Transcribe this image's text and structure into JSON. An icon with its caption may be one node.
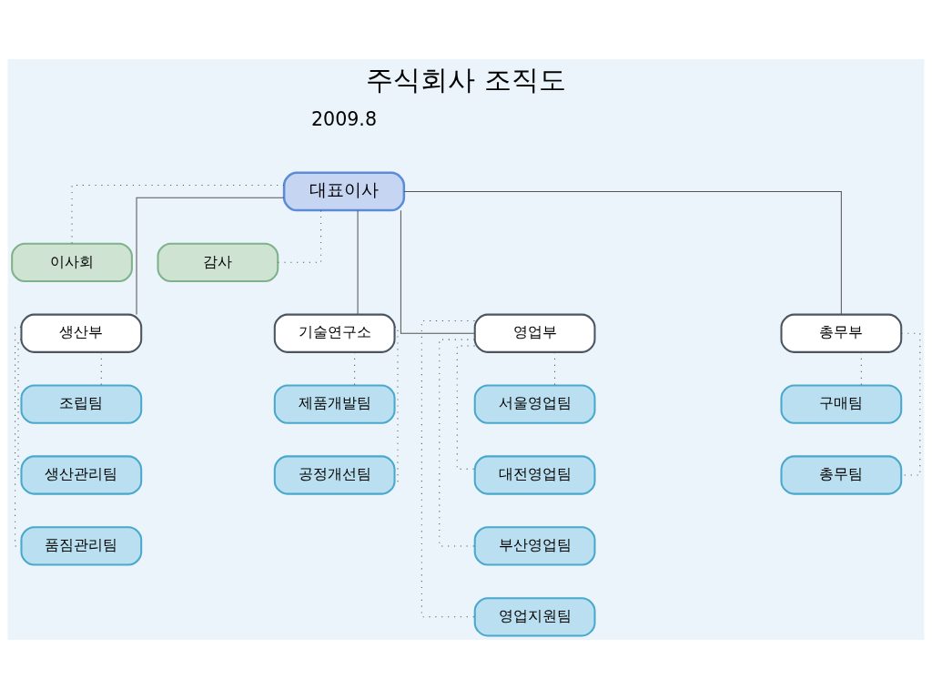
{
  "diagram": {
    "title": "주식회사 조직도",
    "nodes": [
      {
        "text": [
          "대표이사"
        ]
      },
      {
        "text": [
          "이사회"
        ]
      },
      {
        "text": [
          "감사"
        ]
      },
      {
        "text": [
          "생산부"
        ]
      },
      {
        "text": [
          "기술연구소"
        ]
      },
      {
        "text": [
          "영업부"
        ]
      },
      {
        "text": [
          "총무부"
        ]
      },
      {
        "text": [
          "조립팀"
        ]
      },
      {
        "text": [
          "생산관리팀"
        ]
      },
      {
        "text": [
          "품짐관리팀"
        ]
      },
      {
        "text": [
          "제품개발팀"
        ]
      },
      {
        "text": [
          "공정개선팀"
        ]
      },
      {
        "text": [
          "서울영업팀"
        ]
      },
      {
        "text": [
          "대전영업팀"
        ]
      },
      {
        "text": [
          "부산영업팀"
        ]
      },
      {
        "text": [
          "영업지원팀"
        ]
      },
      {
        "text": [
          "구매팀"
        ]
      },
      {
        "text": [
          "총무팀"
        ]
      }
    ],
    "edges": [
      {
        "from": 0,
        "to": 1,
        "arrow": "none",
        "style": "dashed"
      },
      {
        "from": 0,
        "to": 2,
        "arrow": "none",
        "style": "dashed"
      },
      {
        "from": 0,
        "to": 3,
        "arrow": "none"
      },
      {
        "from": 0,
        "to": 4,
        "arrow": "none"
      },
      {
        "from": 0,
        "to": 5,
        "arrow": "none"
      },
      {
        "from": 0,
        "to": 6,
        "arrow": "none"
      },
      {
        "from": 3,
        "to": 7,
        "arrow": "none",
        "style": "dashed"
      },
      {
        "from": 3,
        "to": 8,
        "arrow": "none",
        "style": "dashed"
      },
      {
        "from": 3,
        "to": 9,
        "arrow": "none",
        "style": "dashed"
      },
      {
        "from": 4,
        "to": 10,
        "arrow": "none",
        "style": "dashed"
      },
      {
        "from": 4,
        "to": 11,
        "arrow": "none",
        "style": "dashed"
      },
      {
        "from": 5,
        "to": 12,
        "arrow": "none",
        "style": "dashed"
      },
      {
        "from": 5,
        "to": 13,
        "arrow": "none",
        "style": "dashed"
      },
      {
        "from": 5,
        "to": 14,
        "arrow": "none",
        "style": "dashed"
      },
      {
        "from": 5,
        "to": 15,
        "arrow": "none",
        "style": "dashed"
      },
      {
        "from": 6,
        "to": 16,
        "arrow": "none",
        "style": "dashed"
      },
      {
        "from": 6,
        "to": 17,
        "arrow": "none",
        "style": "dashed"
      }
    ],
    "labels": [
      "2009.8"
    ]
  }
}
